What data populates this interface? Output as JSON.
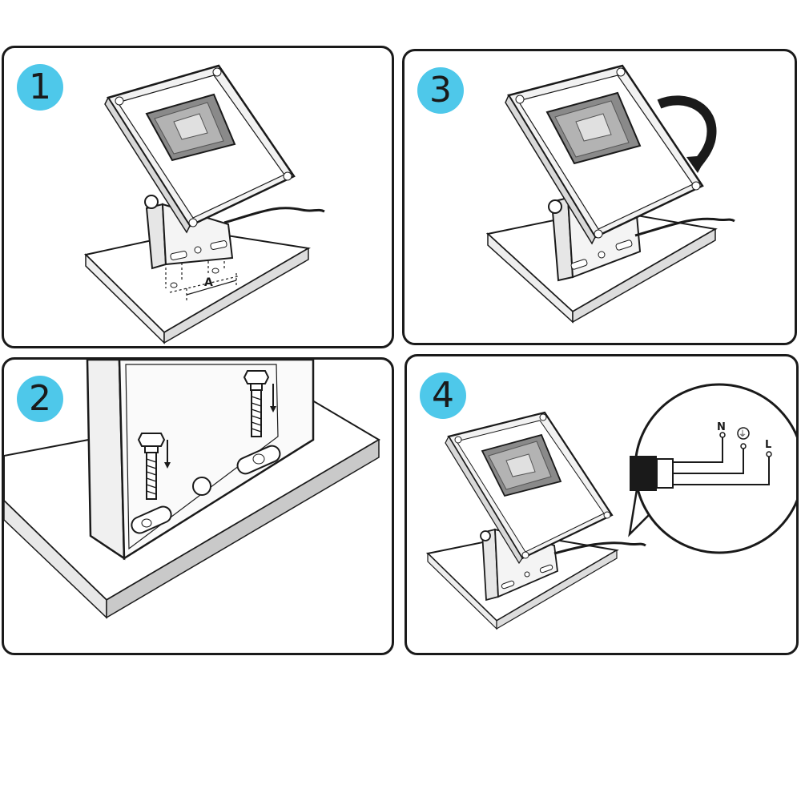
{
  "steps": [
    {
      "number": "1"
    },
    {
      "number": "2"
    },
    {
      "number": "3"
    },
    {
      "number": "4"
    }
  ],
  "dimension_label": "A",
  "terminals": [
    "N",
    "⏚",
    "L"
  ],
  "colors": {
    "badge": "#4ec8ea",
    "line": "#1a1a1a",
    "panel_fill": "#ffffff",
    "shade": "#c9c9c9"
  }
}
